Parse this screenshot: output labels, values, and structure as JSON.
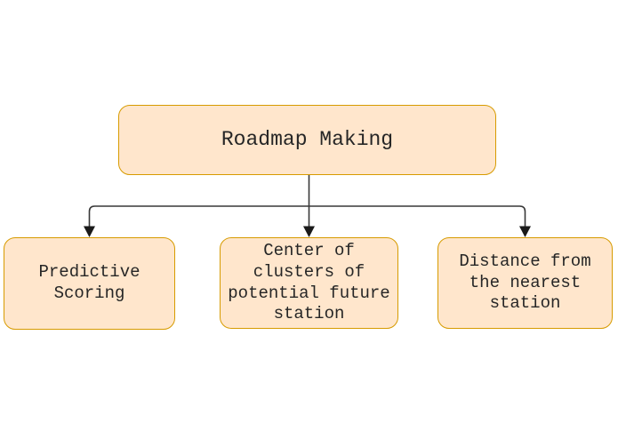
{
  "diagram": {
    "root": {
      "label": "Roadmap Making"
    },
    "children": [
      {
        "label": "Predictive\nScoring"
      },
      {
        "label": "Center of\nclusters of\npotential future\nstation"
      },
      {
        "label": "Distance from\nthe nearest\nstation"
      }
    ],
    "edges": [
      {
        "from": "Roadmap Making",
        "to": "Predictive Scoring"
      },
      {
        "from": "Roadmap Making",
        "to": "Center of clusters of potential future station"
      },
      {
        "from": "Roadmap Making",
        "to": "Distance from the nearest station"
      }
    ],
    "colors": {
      "node_fill": "#FFE6CC",
      "node_border": "#D79B00",
      "connector": "#383838",
      "text": "#262626",
      "background": "#FFFFFF"
    }
  }
}
